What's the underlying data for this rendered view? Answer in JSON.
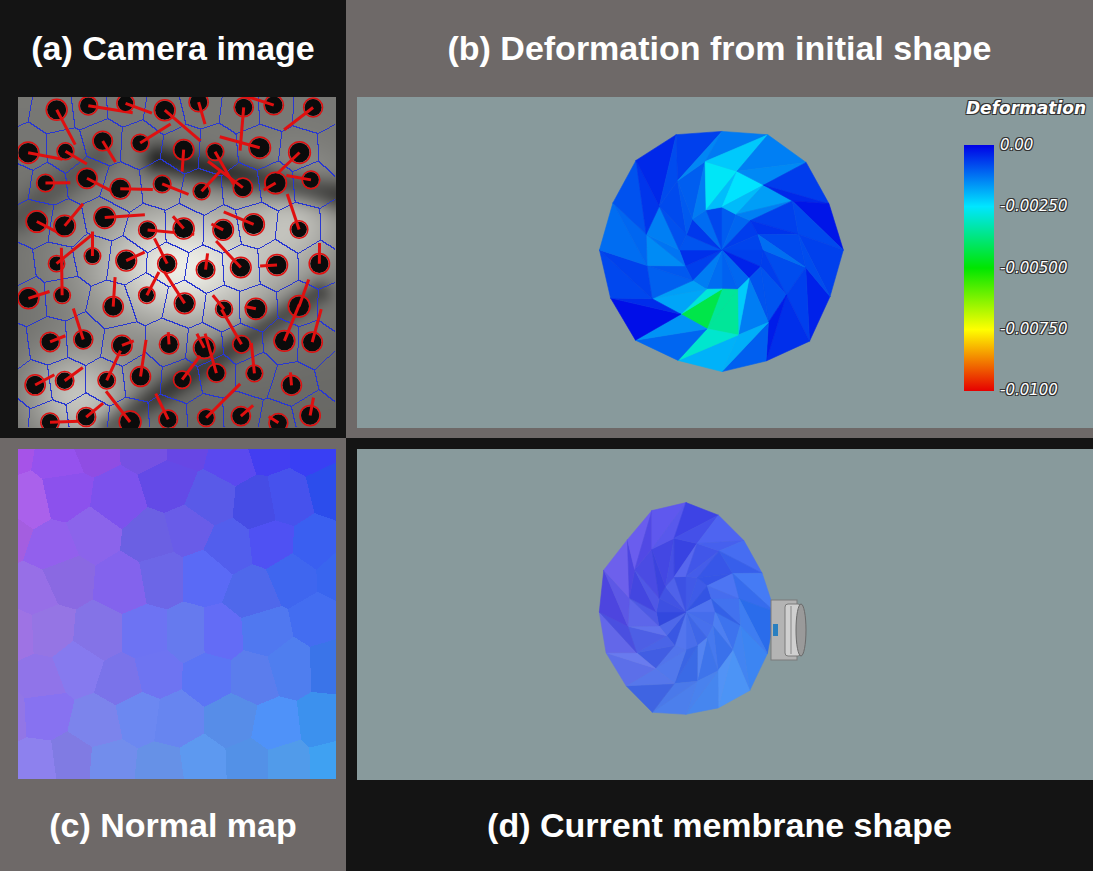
{
  "diagram": {
    "nodes": [
      {
        "text": [
          "(a) Camera image"
        ]
      },
      {
        "text": [
          "(b) Deformation from initial shape"
        ]
      },
      {
        "text": [
          "(c) Normal map"
        ]
      },
      {
        "text": [
          "(d) Current membrane shape"
        ]
      }
    ],
    "labels": [
      "Deformation",
      "0.00",
      "-0.00250",
      "-0.00500",
      "-0.00750",
      "-0.0100"
    ]
  }
}
